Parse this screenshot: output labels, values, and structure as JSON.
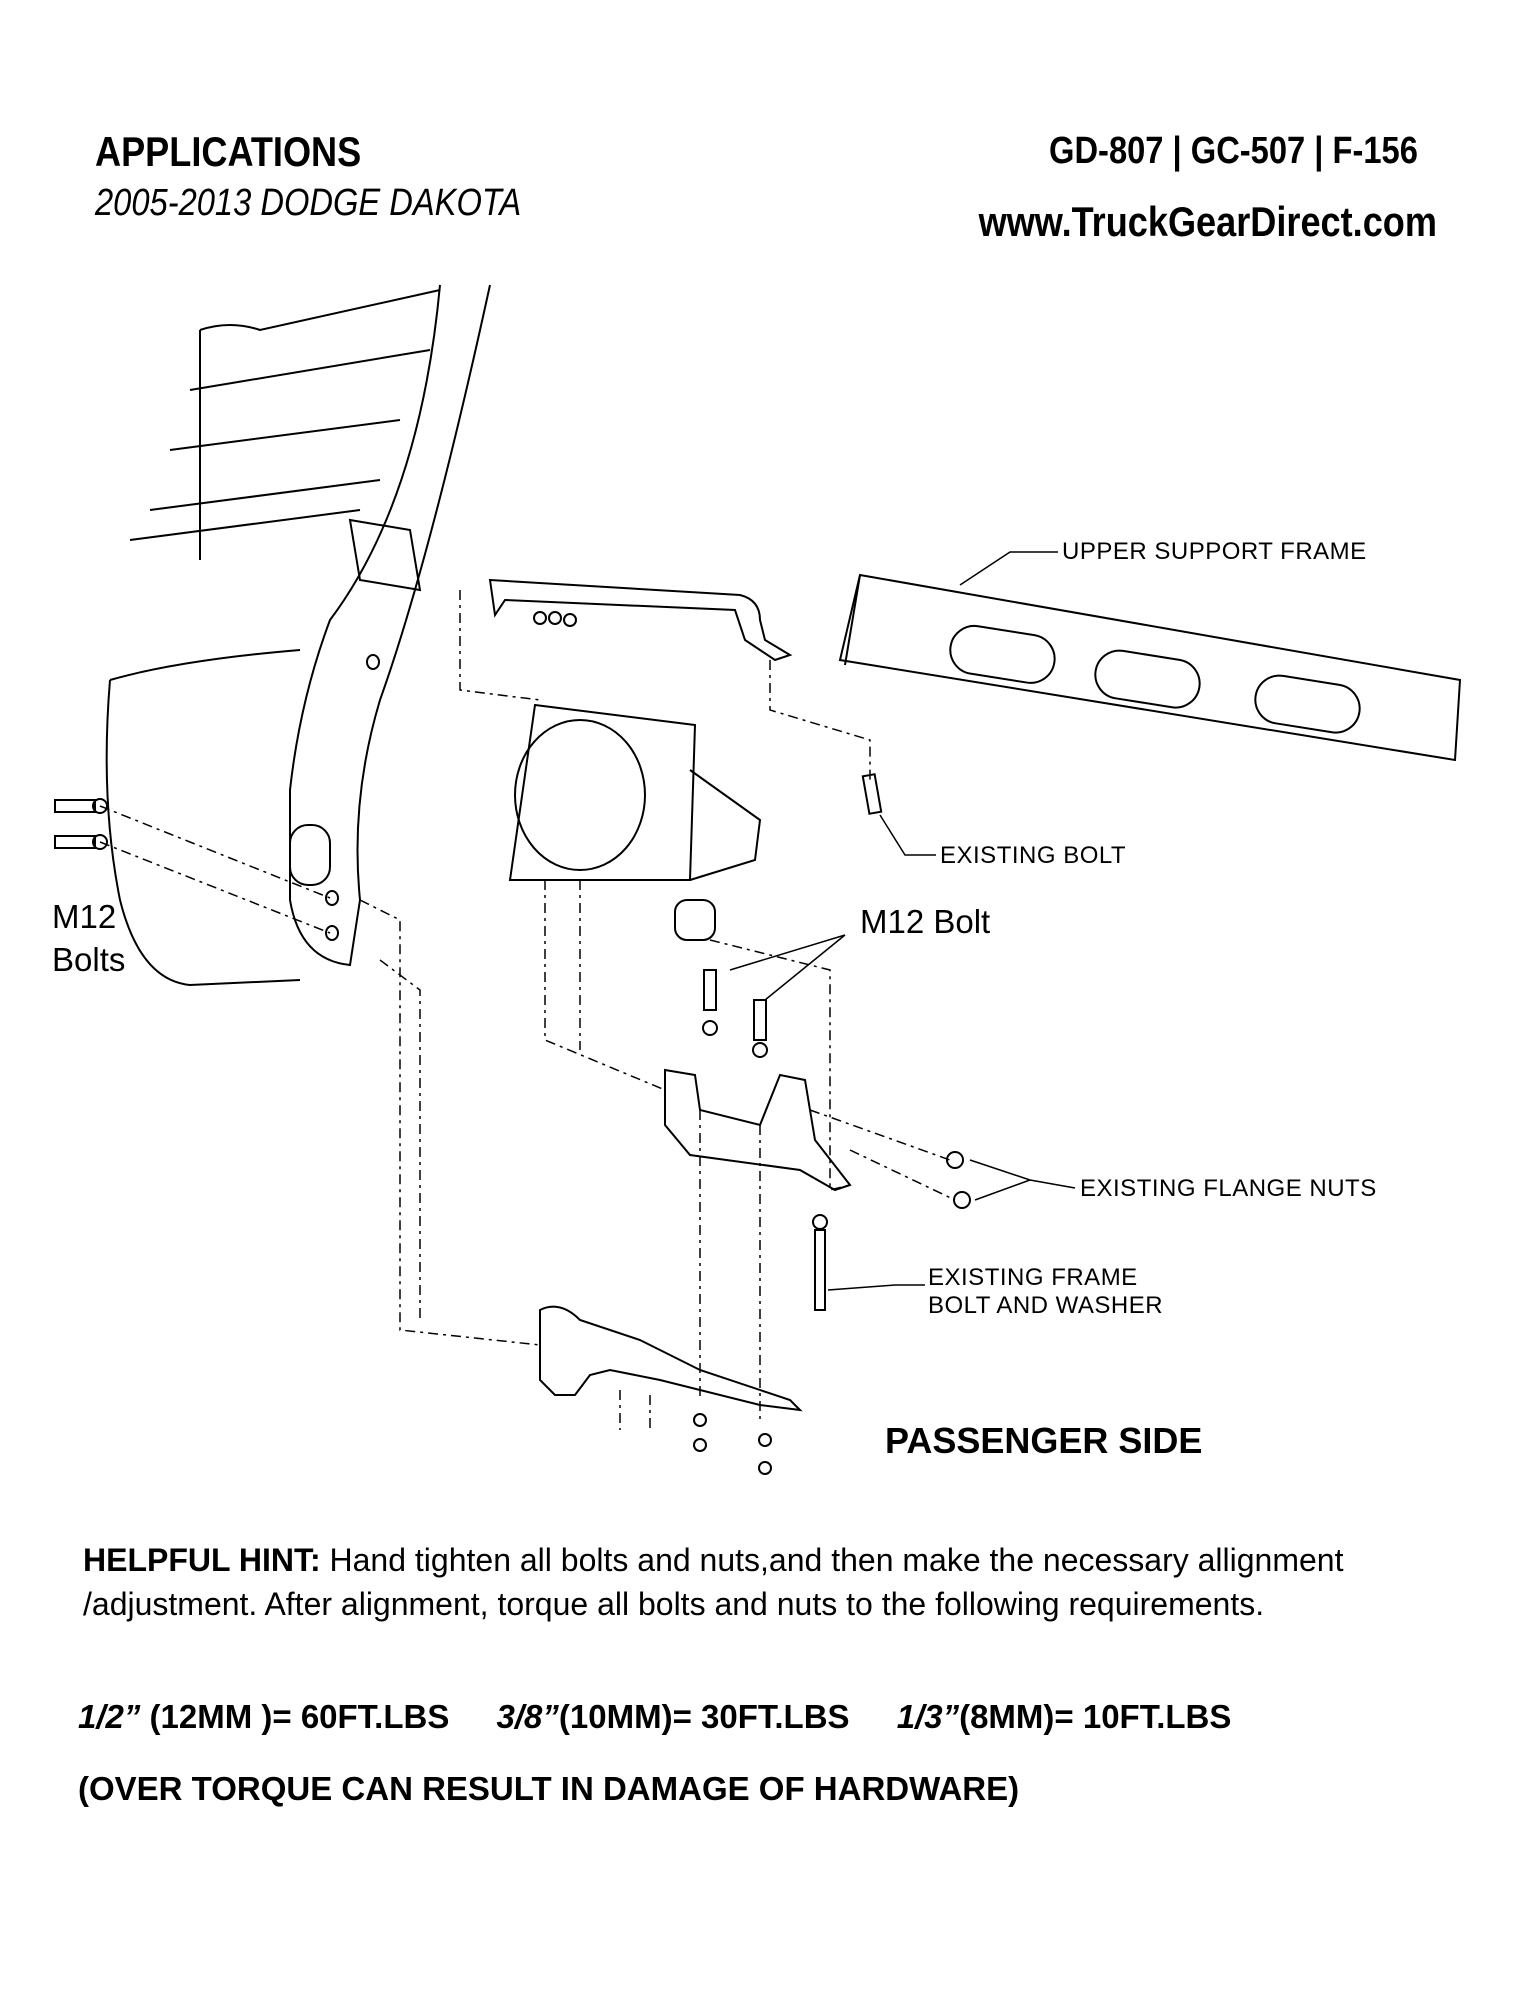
{
  "header": {
    "title": "APPLICATIONS",
    "vehicle": "2005-2013 DODGE DAKOTA",
    "part_numbers": "GD-807 | GC-507 | F-156",
    "website": "www.TruckGearDirect.com"
  },
  "diagram": {
    "labels": {
      "upper_support_frame": "UPPER SUPPORT FRAME",
      "existing_bolt": "EXISTING BOLT",
      "m12_bolt": "M12 Bolt",
      "m12_bolts_line1": "M12",
      "m12_bolts_line2": "Bolts",
      "existing_flange_nuts": "EXISTING FLANGE NUTS",
      "existing_frame_bolt_line1": "EXISTING FRAME",
      "existing_frame_bolt_line2": "BOLT AND WASHER"
    },
    "side": "PASSENGER SIDE"
  },
  "instructions": {
    "hint_label": "HELPFUL HINT:",
    "hint_text": " Hand tighten all bolts and nuts,and then make the necessary allignment /adjustment. After alignment, torque all bolts and nuts to the following requirements.",
    "torque": [
      {
        "size": "1/2”",
        "spec": " (12MM )= 60FT.LBS"
      },
      {
        "size": "3/8”",
        "spec": "(10MM)= 30FT.LBS"
      },
      {
        "size": "1/3”",
        "spec": "(8MM)= 10FT.LBS"
      }
    ],
    "warning": "(OVER TORQUE CAN RESULT IN DAMAGE OF HARDWARE)"
  }
}
